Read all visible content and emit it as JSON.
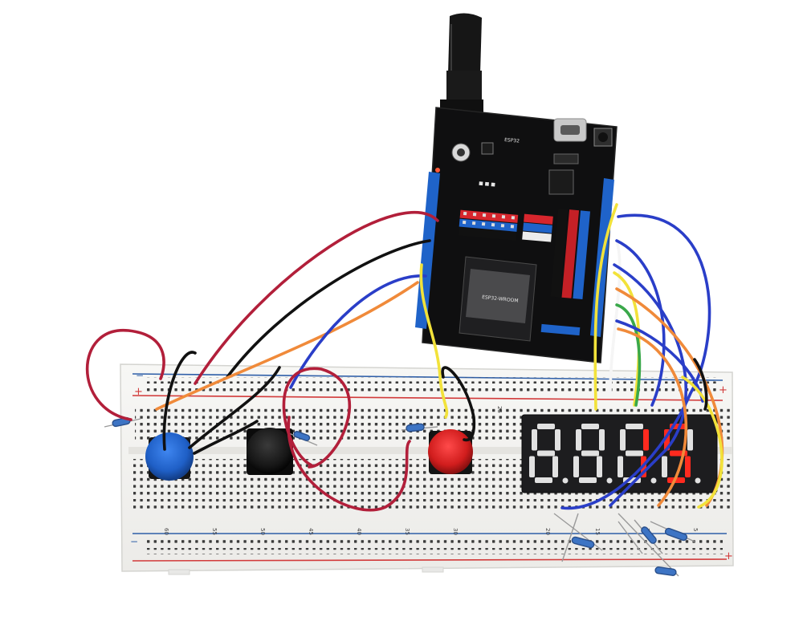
{
  "scene": {
    "background": "#ffffff",
    "colors": {
      "breadboard": "#f3f3f1",
      "rail_red": "#d23a3a",
      "rail_blue": "#2f5fa8",
      "pcb": "#0f0f10",
      "header_blue": "#1f63c9",
      "header_red": "#d7262d",
      "display_body": "#1d1d1f",
      "display_lit": "#ff2a1f",
      "button_blue": "#1f5fc6",
      "button_black": "#161616",
      "button_red": "#d11d1d",
      "wire_red": "#b21f3a",
      "wire_black": "#111111",
      "wire_blue": "#2a3ec8",
      "wire_orange": "#f08a3a",
      "wire_yellow": "#f2e23a",
      "wire_green": "#3aa84a",
      "wire_white": "#f5f5f5"
    },
    "breadboard": {
      "rail_plus": "+",
      "rail_minus": "−",
      "column_marks": [
        "60",
        "55",
        "50",
        "45",
        "40",
        "35",
        "30",
        "25",
        "20",
        "15",
        "10",
        "5"
      ]
    },
    "seven_segment": {
      "digit_count": 4,
      "lit_text": "15",
      "lit_digits": [
        3,
        4
      ]
    },
    "buttons": [
      {
        "id": "blue-button",
        "color": "#1f5fc6"
      },
      {
        "id": "black-button",
        "color": "#161616"
      },
      {
        "id": "red-button",
        "color": "#d11d1d"
      }
    ]
  }
}
